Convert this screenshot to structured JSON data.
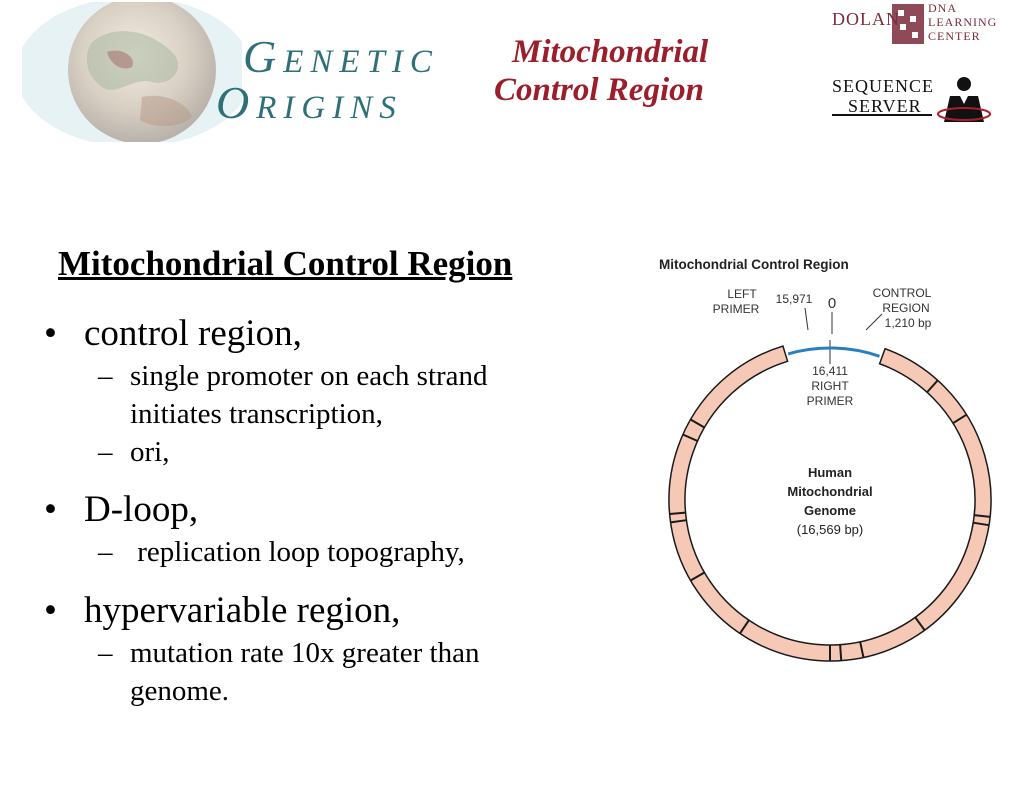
{
  "header": {
    "genetic_origins": {
      "line1_cap": "G",
      "line1_rest": "ENETIC",
      "line2_cap": "O",
      "line2_rest": "RIGINS"
    },
    "mcr_logo": {
      "line1": "Mitochondrial",
      "line2": "Control Region"
    },
    "dnalc": {
      "dolan": "DOLAN",
      "dna": "DNA",
      "learning": "LEARNING",
      "center": "CENTER"
    },
    "sequence_server": {
      "line1": "SEQUENCE",
      "line2": "SERVER"
    }
  },
  "slide": {
    "title": "Mitochondrial Control Region",
    "bullet_symbol": "•",
    "dash_symbol": "–",
    "bullets": [
      {
        "label": "control region,",
        "subs": [
          {
            "lines": [
              "single promoter on each strand",
              "initiates transcription,"
            ]
          },
          {
            "lines": [
              "ori,"
            ]
          }
        ]
      },
      {
        "label": "D-loop,",
        "subs": [
          {
            "lines": [
              " replication loop topography,"
            ]
          }
        ]
      },
      {
        "label": "hypervariable region,",
        "subs": [
          {
            "lines": [
              "mutation rate 10x greater than",
              "genome."
            ]
          }
        ]
      }
    ]
  },
  "diagram": {
    "title": "Mitochondrial Control Region",
    "left_primer": [
      "LEFT",
      "PRIMER"
    ],
    "left_primer_position": "15,971",
    "origin": "0",
    "control_region": [
      "CONTROL",
      "REGION",
      "1,210 bp"
    ],
    "right_primer": [
      "16,411",
      "RIGHT",
      "PRIMER"
    ],
    "genome_label": [
      "Human",
      "Mitochondrial",
      "Genome",
      "(16,569 bp)"
    ],
    "colors": {
      "ring": "#f6c9b7",
      "outline": "#1a1a1a",
      "control_region": "#2b7fc1"
    }
  }
}
